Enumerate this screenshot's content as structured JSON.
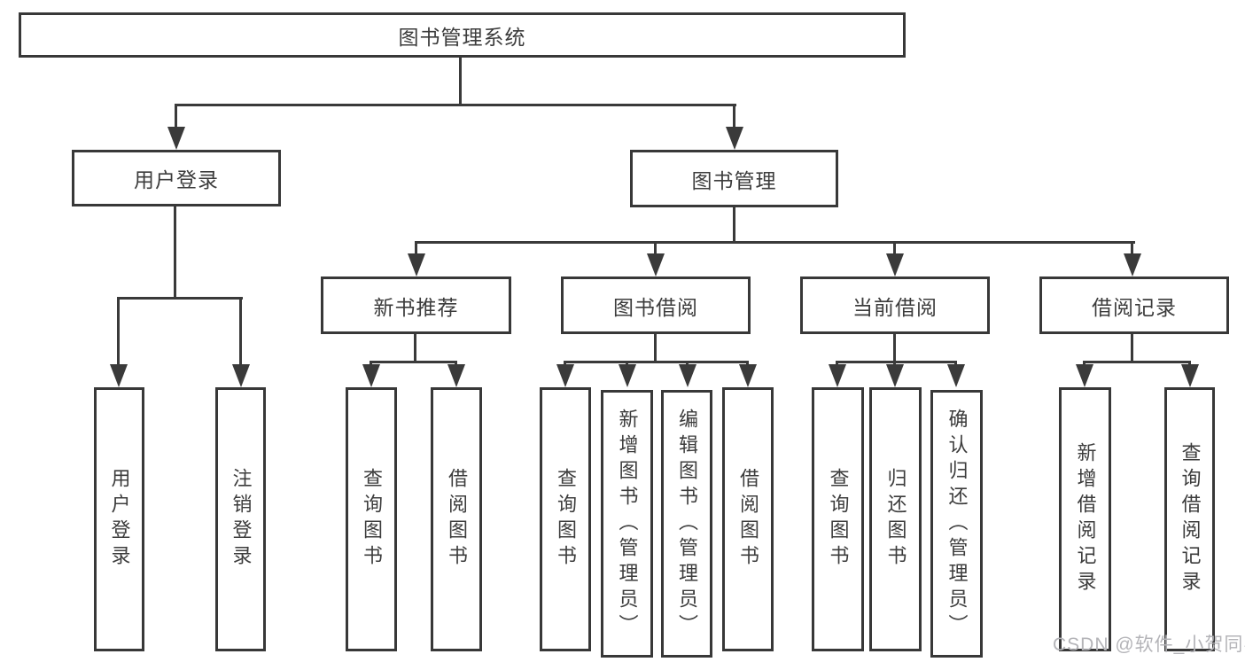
{
  "diagram": {
    "root": {
      "label": "图书管理系统"
    },
    "branches": [
      {
        "label": "用户登录",
        "leaves": [
          {
            "label": "用户登录"
          },
          {
            "label": "注销登录"
          }
        ]
      },
      {
        "label": "图书管理",
        "sections": [
          {
            "label": "新书推荐",
            "leaves": [
              {
                "label": "查询图书"
              },
              {
                "label": "借阅图书"
              }
            ]
          },
          {
            "label": "图书借阅",
            "leaves": [
              {
                "label": "查询图书"
              },
              {
                "label": "新增图书（管理员）"
              },
              {
                "label": "编辑图书（管理员）"
              },
              {
                "label": "借阅图书"
              }
            ]
          },
          {
            "label": "当前借阅",
            "leaves": [
              {
                "label": "查询图书"
              },
              {
                "label": "归还图书"
              },
              {
                "label": "确认归还（管理员）"
              }
            ]
          },
          {
            "label": "借阅记录",
            "leaves": [
              {
                "label": "新增借阅记录"
              },
              {
                "label": "查询借阅记录"
              }
            ]
          }
        ]
      }
    ],
    "colors": {
      "line": "#3a3a3a",
      "box_border": "#383838",
      "text": "#3c3c3c",
      "background": "#ffffff"
    }
  },
  "watermark": {
    "text": "CSDN @软件_小贺同学",
    "color": "#b4b4b8"
  }
}
